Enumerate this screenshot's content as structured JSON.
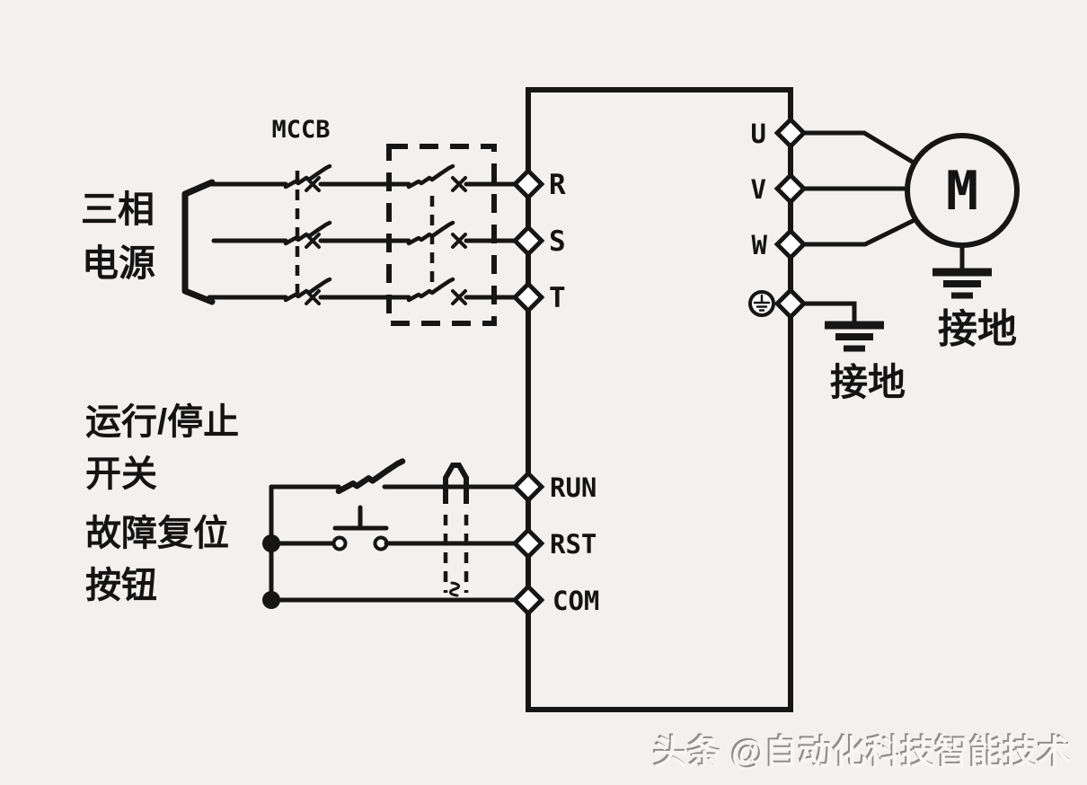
{
  "colors": {
    "background": "#f3f1ef",
    "ink": "#161616",
    "watermark_shadow": "#8d8d8d",
    "watermark_face": "#f7f6f5"
  },
  "power_source": {
    "label_line1": "三相",
    "label_line2": "电源",
    "breaker_label": "MCCB"
  },
  "inverter": {
    "input_terminals": [
      "R",
      "S",
      "T"
    ],
    "output_terminals": [
      "U",
      "V",
      "W"
    ],
    "control_terminals": [
      "RUN",
      "RST",
      "COM"
    ]
  },
  "motor": {
    "label": "M",
    "ground_label": "接地"
  },
  "chassis_ground_label": "接地",
  "control_legend": {
    "line1": "运行/停止",
    "line2": "开关",
    "line3": "故障复位",
    "line4": "按钮"
  },
  "watermark": "头条 @自动化科技智能技术"
}
